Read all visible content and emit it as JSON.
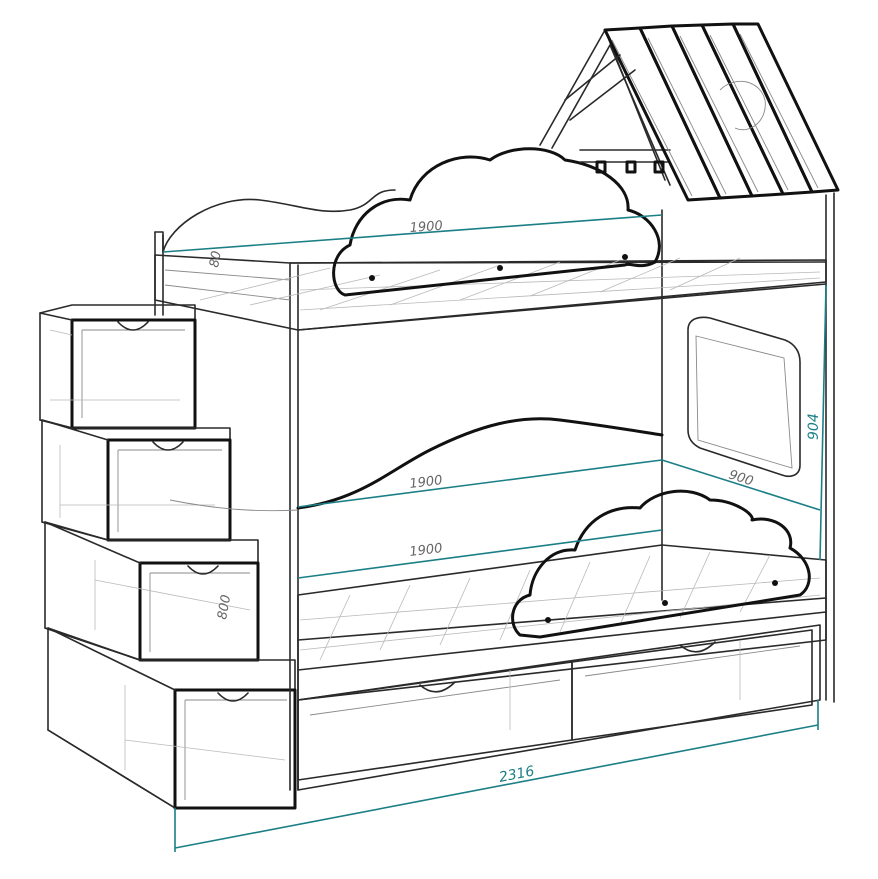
{
  "colors": {
    "line": "#2a2a2a",
    "dimension": "#1b7f86",
    "background": "#ffffff"
  },
  "dimensions": {
    "top_length": "1900",
    "middle_length": "1900",
    "bottom_length": "1900",
    "total_length": "2316",
    "height": "904",
    "depth": "900",
    "top_small": "80",
    "step_small": "800"
  }
}
